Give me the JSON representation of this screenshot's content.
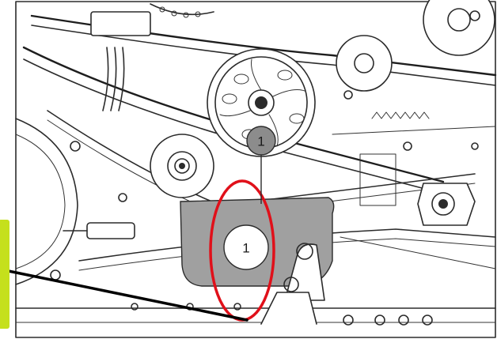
{
  "callouts": [
    {
      "label": "1",
      "style": "dark"
    },
    {
      "label": "1",
      "style": "light"
    }
  ],
  "colors": {
    "line": "#2b2b2b",
    "shaded_plate": "#a0a0a0",
    "highlight_ellipse": "#e0101a",
    "side_tab": "#c5e01c",
    "callout_dark_fill": "#8c8c8c",
    "callout_light_fill": "#ffffff"
  }
}
